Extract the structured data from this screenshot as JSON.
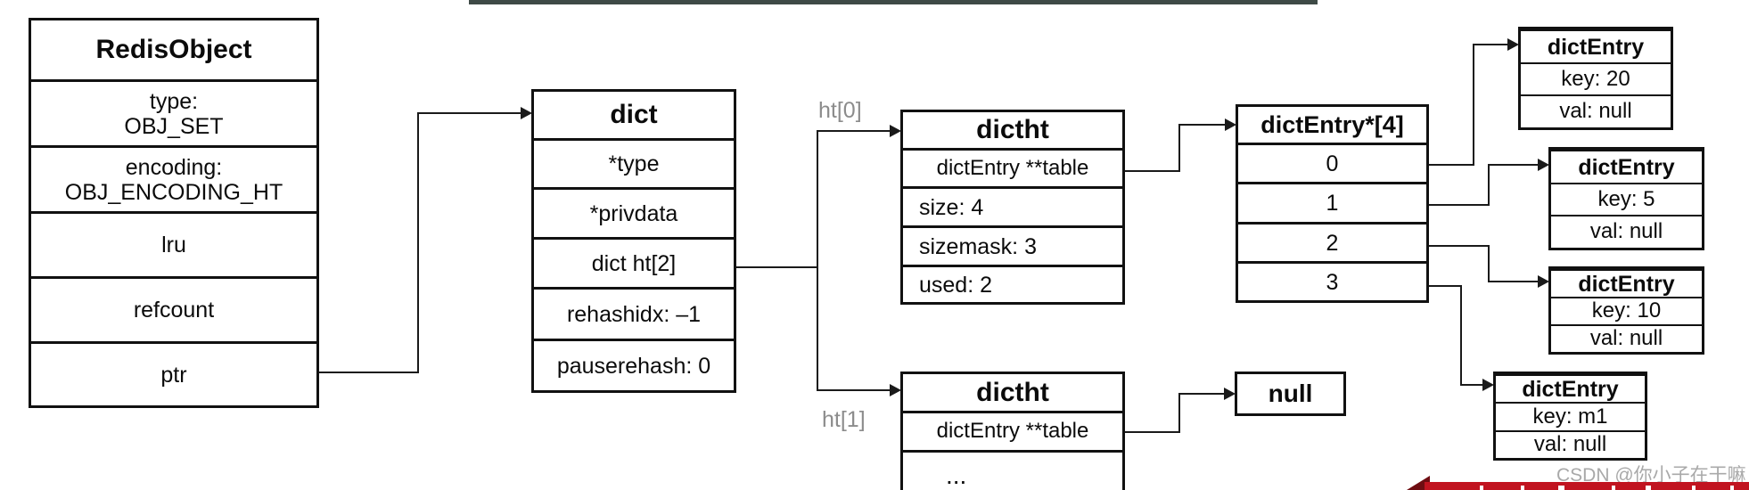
{
  "diagram": {
    "redis_object": {
      "title": "RedisObject",
      "type_line1": "type:",
      "type_line2": "OBJ_SET",
      "encoding_line1": "encoding:",
      "encoding_line2": "OBJ_ENCODING_HT",
      "lru": "lru",
      "refcount": "refcount",
      "ptr": "ptr"
    },
    "dict": {
      "title": "dict",
      "rows": [
        "*type",
        "*privdata",
        "dict ht[2]",
        "rehashidx: –1",
        "pauserehash: 0"
      ]
    },
    "dictht_main": {
      "title": "dictht",
      "table": "dictEntry **table",
      "size": "size: 4",
      "sizemask": "sizemask: 3",
      "used": "used: 2"
    },
    "dictht_rehash": {
      "title": "dictht",
      "table": "dictEntry **table",
      "more": "..."
    },
    "bucket_array": {
      "title": "dictEntry*[4]",
      "slots": [
        "0",
        "1",
        "2",
        "3"
      ]
    },
    "null_box": {
      "label": "null"
    },
    "entries": [
      {
        "title": "dictEntry",
        "key": "key: 20",
        "val": "val: null"
      },
      {
        "title": "dictEntry",
        "key": "key: 5",
        "val": "val: null"
      },
      {
        "title": "dictEntry",
        "key": "key: 10",
        "val": "val: null"
      },
      {
        "title": "dictEntry",
        "key": "key: m1",
        "val": "val: null"
      }
    ],
    "pointer_labels": {
      "ht0": "ht[0]",
      "ht1": "ht[1]"
    }
  },
  "watermark": "CSDN @你小子在干嘛",
  "colors": {
    "line": "#1a1a1a",
    "box_border": "#111111",
    "gray_label": "#8c8c8c",
    "top_bar": "#3e4a46",
    "banner_red": "#c11420",
    "banner_dark": "#6f0d12",
    "watermark_gray": "#a9a9a9"
  }
}
